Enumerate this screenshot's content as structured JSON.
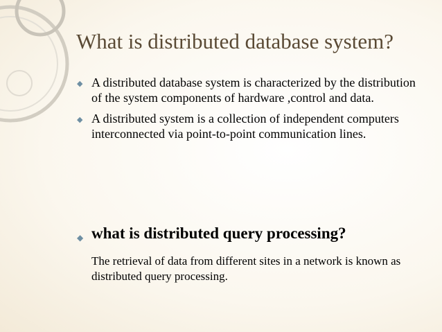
{
  "slide": {
    "title": "What is distributed database system?",
    "bullets": [
      "A distributed database system is characterized by the distribution of the system components of hardware ,control and data.",
      "A distributed system is a collection of independent computers interconnected via point-to-point communication lines."
    ],
    "question": "what is distributed query processing?",
    "answer": "The retrieval of data from different sites in a network is known as distributed query processing.",
    "bullet_icon": "bullet-diamond-icon",
    "colors": {
      "title": "#5a4a35",
      "bullet": "#6e8fa3",
      "text": "#000000",
      "background": "#fdfbf5",
      "decoration": "#c8c3b8"
    }
  }
}
